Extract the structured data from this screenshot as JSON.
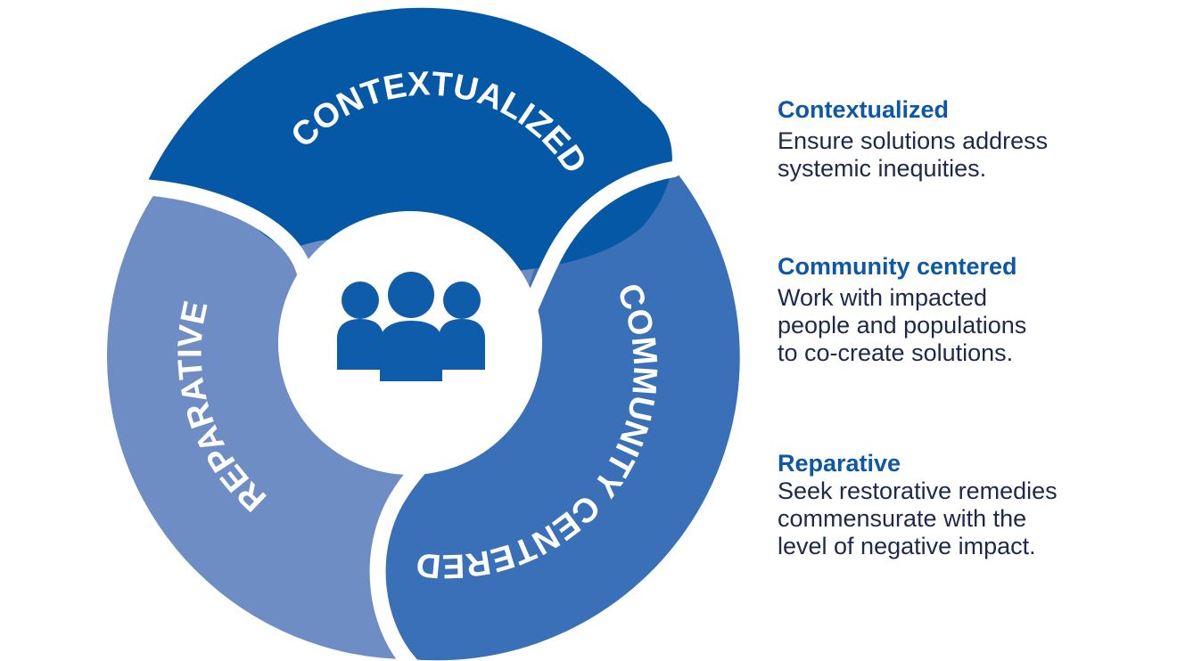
{
  "colors": {
    "contextualized": "#0458a6",
    "community": "#3a70b7",
    "reparative": "#6e8dc5",
    "icon": "#0f5cab",
    "legend_title": "#0d58a6",
    "legend_text": "#1b2a4a"
  },
  "diagram": {
    "segments": [
      {
        "label": "CONTEXTUALIZED"
      },
      {
        "label": "COMMUNITY CENTERED"
      },
      {
        "label": "REPARATIVE"
      }
    ],
    "center_icon": "people-group-icon"
  },
  "legend": [
    {
      "title": "Contextualized",
      "description": "Ensure solutions address\nsystemic inequities."
    },
    {
      "title": "Community centered",
      "description": "Work with impacted\npeople and populations\nto co-create solutions."
    },
    {
      "title": "Reparative",
      "description": "Seek restorative remedies\ncommensurate with the\nlevel of negative impact."
    }
  ]
}
